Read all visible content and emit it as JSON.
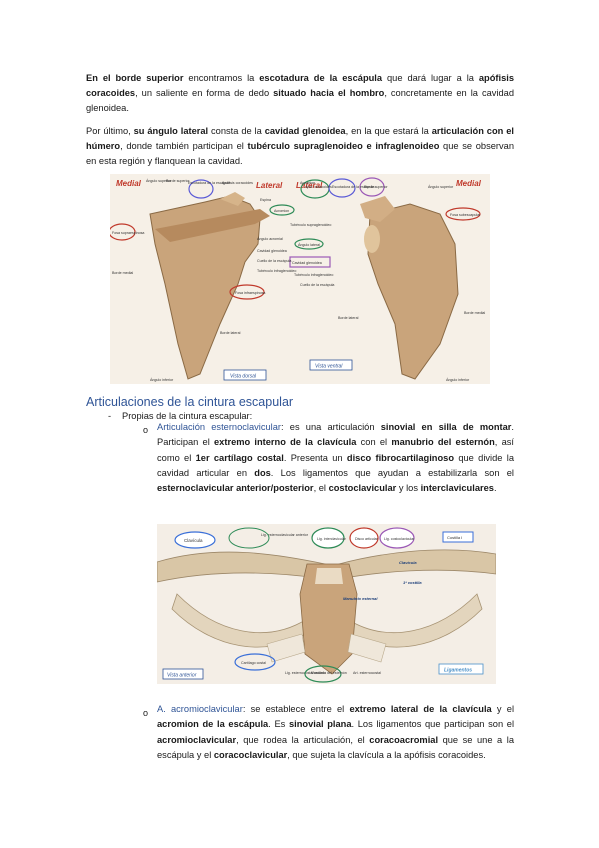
{
  "p1": [
    {
      "t": "En el borde superior",
      "b": true
    },
    {
      "t": " encontramos la "
    },
    {
      "t": "escotadura de la escápula",
      "b": true
    },
    {
      "t": " que dará lugar a la "
    },
    {
      "t": "apófisis coracoides",
      "b": true
    },
    {
      "t": ", un saliente en forma de dedo "
    },
    {
      "t": "situado hacia el hombro",
      "b": true
    },
    {
      "t": ", concretamente en la cavidad glenoidea."
    }
  ],
  "p2": [
    {
      "t": "Por último, "
    },
    {
      "t": "su ángulo lateral",
      "b": true
    },
    {
      "t": " consta de la "
    },
    {
      "t": "cavidad glenoidea",
      "b": true
    },
    {
      "t": ", en la que estará la "
    },
    {
      "t": "articulación con el húmero",
      "b": true
    },
    {
      "t": ", donde también participan el "
    },
    {
      "t": "tubérculo supraglenoideo e infraglenoideo",
      "b": true
    },
    {
      "t": " que se observan en esta región y flanquean la cavidad."
    }
  ],
  "heading": "Articulaciones de la cintura escapular",
  "sub_dash": "-",
  "sub_text": "Propias de la cintura escapular:",
  "bullet": "o",
  "item1": [
    {
      "t": "Articulación esternoclavicular",
      "c": "blue"
    },
    {
      "t": ": es una articulación "
    },
    {
      "t": "sinovial en silla de montar",
      "b": true
    },
    {
      "t": ". Participan el "
    },
    {
      "t": "extremo interno de la clavícula",
      "b": true
    },
    {
      "t": " con el "
    },
    {
      "t": "manubrio del esternón",
      "b": true
    },
    {
      "t": ", así como el "
    },
    {
      "t": "1er cartílago costal",
      "b": true
    },
    {
      "t": ". Presenta un "
    },
    {
      "t": "disco fibrocartilaginoso",
      "b": true
    },
    {
      "t": " que divide la cavidad articular en "
    },
    {
      "t": "dos",
      "b": true
    },
    {
      "t": ". Los ligamentos que ayudan a estabilizarla son el "
    },
    {
      "t": "esternoclavicular anterior/posterior",
      "b": true
    },
    {
      "t": ", el "
    },
    {
      "t": "costoclavicular",
      "b": true
    },
    {
      "t": " y los "
    },
    {
      "t": "interclaviculares",
      "b": true
    },
    {
      "t": "."
    }
  ],
  "item2": [
    {
      "t": "A. acromioclavicular",
      "c": "blue"
    },
    {
      "t": ": se establece entre el "
    },
    {
      "t": "extremo lateral de la clavícula",
      "b": true
    },
    {
      "t": " y el "
    },
    {
      "t": "acromion de la escápula",
      "b": true
    },
    {
      "t": ". Es "
    },
    {
      "t": "sinovial plana",
      "b": true
    },
    {
      "t": ". Los ligamentos que participan son el "
    },
    {
      "t": "acromioclavicular",
      "b": true
    },
    {
      "t": ", que rodea la articulación, el "
    },
    {
      "t": "coracoacromial",
      "b": true
    },
    {
      "t": " que se une a la escápula y el "
    },
    {
      "t": "coracoclavicular",
      "b": true
    },
    {
      "t": ", que sujeta la clavícula a la apófisis coracoides."
    }
  ],
  "fig1": {
    "left_title": "Medial",
    "left_lateral": "Lateral",
    "right_lateral": "Lateral",
    "right_title": "Medial",
    "left_labels": [
      "Ángulo superior",
      "Borde superior",
      "Escotadura de la escápula",
      "Apófisis coracoides",
      "Acromion",
      "Fosa supraespinosa",
      "Espina",
      "Ángulo acromial",
      "Cavidad glenoidea",
      "Cuello de la escápula",
      "Tubérculo infraglenoideo",
      "Fosa infraespinosa",
      "Borde medial",
      "Borde lateral",
      "Ángulo inferior"
    ],
    "right_labels": [
      "Acromion",
      "Apóf. coracoides",
      "Escotadura de la escápula",
      "Borde superior",
      "Ángulo superior",
      "Tubérculo supraglenoideo",
      "Ángulo lateral",
      "Cavidad glenoidea",
      "Tubérculo infraglenoideo",
      "Cuello de la escápula",
      "Fosa subescapular",
      "Borde lateral",
      "Borde medial",
      "Ángulo inferior"
    ],
    "caption_left": "Vista dorsal",
    "caption_right": "Vista ventral"
  },
  "fig2": {
    "top_labels": [
      "Clavícula",
      "Lig. esternoclavicular anterior",
      "Lig. interclavicular",
      "Disco articular",
      "Lig. costoclavicular",
      "Costilla I"
    ],
    "inner_labels": [
      "Clavícula",
      "1ª costilla",
      "Manubrio esternal"
    ],
    "bottom_labels": [
      "Cartílago costal",
      "Lig. esternocostal radiado",
      "Manubrio del esternón",
      "Art. esternocostal"
    ],
    "caption_left": "Vista anterior",
    "caption_right": "Ligamentos"
  }
}
